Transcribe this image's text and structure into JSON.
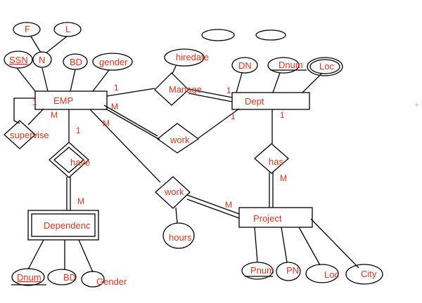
{
  "entities": {
    "emp": "EMP",
    "dept": "Dept",
    "project": "Project",
    "dependent": "Dependenc"
  },
  "relationships": {
    "manage": "Manage",
    "work_dept": "work",
    "supervise": "supervise",
    "have": "have",
    "has": "has",
    "work_project": "work"
  },
  "attributes": {
    "f": "F",
    "l": "L",
    "ssn": "SSN",
    "n": "N",
    "bd": "BD",
    "gender": "gender",
    "hiredate": "hiredate",
    "dn": "DN",
    "dnum": "Dnum",
    "loc": "Loc",
    "hours": "hours",
    "dep_dnum": "Dnum",
    "dep_bd": "BD",
    "dep_gender": "Gender",
    "pnum": "Pnum",
    "pn": "PN",
    "proj_loc": "Loc",
    "city": "City"
  },
  "cardinalities": {
    "emp_manage": "1",
    "dept_manage": "1",
    "emp_work": "M",
    "dept_work": "1",
    "sup_1": "1",
    "sup_m": "M",
    "emp_have": "1",
    "dependent_have": "M",
    "dept_has": "1",
    "project_has": "M",
    "emp_workp": "M",
    "project_workp": "M"
  }
}
